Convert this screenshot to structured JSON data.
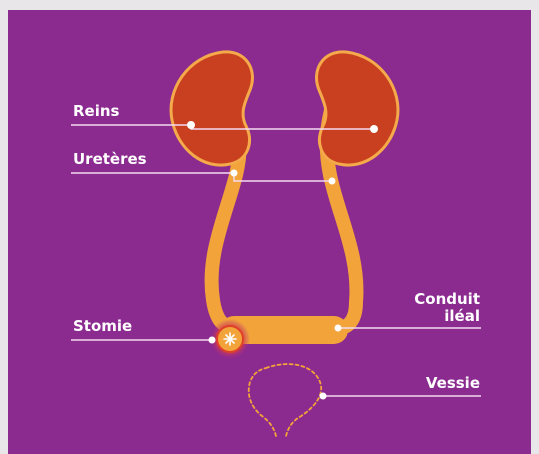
{
  "labels": {
    "reins": "Reins",
    "ureteres": "Uretères",
    "stomie": "Stomie",
    "conduit_line1": "Conduit",
    "conduit_line2": "iléal",
    "vessie": "Vessie"
  },
  "colors": {
    "background": "#8b2a8f",
    "frame": "#e8e6e8",
    "kidney_fill": "#c8401f",
    "kidney_stroke": "#f4a94a",
    "ureter": "#f2a33a",
    "conduit": "#f2a33a",
    "stoma_glow": "#e0402a",
    "label_text": "#ffffff",
    "leader_line": "#f3d9f0"
  }
}
